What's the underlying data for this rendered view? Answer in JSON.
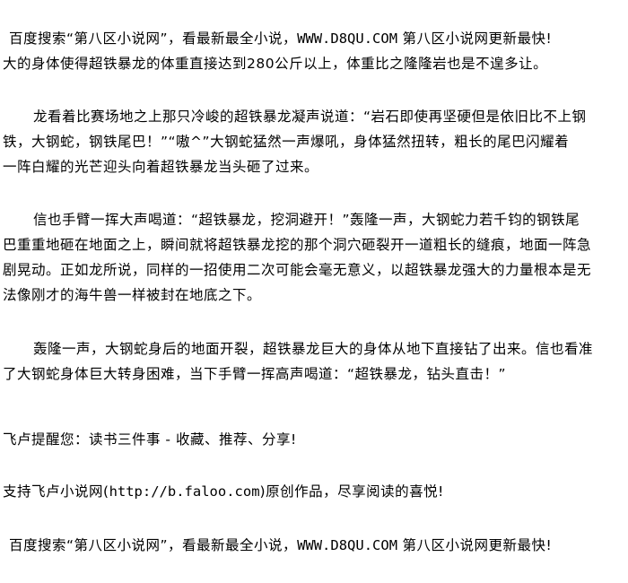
{
  "ad_banner": {
    "text_cn": "百度搜索“第八区小说网”，看最新最全小说，",
    "url": "WWW.D8QU.COM",
    "tail": " 第八区小说网更新最快!"
  },
  "paragraphs": [
    {
      "lines": [
        "大的身体使得超铁暴龙的体重直接达到280公斤以上，体重比之隆隆岩也是不遑多让。"
      ]
    },
    {
      "lines": [
        "龙看着比赛场地之上那只冷峻的超铁暴龙凝声说道：“岩石即使再坚硬但是依旧比不上钢",
        "铁，大钢蛇，钢铁尾巴！”“嗷^”大钢蛇猛然一声爆吼，身体猛然扭转，粗长的尾巴闪耀着",
        "一阵白耀的光芒迎头向着超铁暴龙当头砸了过来。"
      ]
    },
    {
      "lines": [
        "信也手臂一挥大声喝道：“超铁暴龙，挖洞避开！”轰隆一声，大钢蛇力若千钧的钢铁尾",
        "巴重重地砸在地面之上，瞬间就将超铁暴龙挖的那个洞穴砸裂开一道粗长的缝痕，地面一阵急",
        "剧晃动。正如龙所说，同样的一招使用二次可能会毫无意义，以超铁暴龙强大的力量根本是无",
        "法像刚才的海牛兽一样被封在地底之下。"
      ]
    },
    {
      "lines": [
        "轰隆一声，大钢蛇身后的地面开裂，超铁暴龙巨大的身体从地下直接钻了出来。信也看准",
        "了大钢蛇身体巨大转身困难，当下手臂一挥高声喝道：“超铁暴龙，钻头直击！”"
      ]
    }
  ],
  "faloo_reminder": "飞卢提醒您：读书三件事 - 收藏、推荐、分享!",
  "faloo_support": {
    "pre": "支持飞卢小说网(",
    "url": "http://b.faloo.com",
    "post": ")原创作品，尽享阅读的喜悦!"
  }
}
